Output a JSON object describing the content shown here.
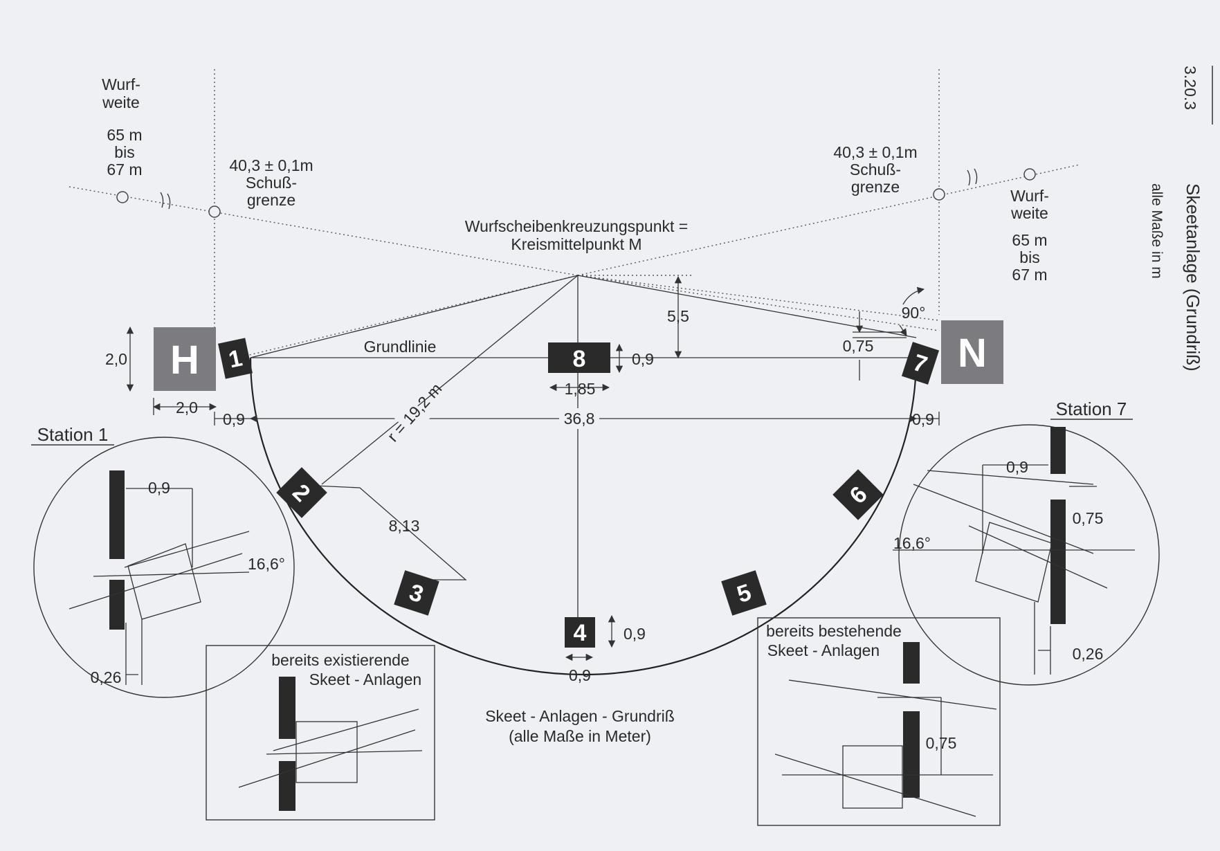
{
  "page": {
    "section_number": "3.20.3",
    "side_title": "Skeetanlage (Grundriß)",
    "side_subtitle": "alle Maße in m"
  },
  "labels": {
    "throw_left": [
      "Wurf-",
      "weite",
      "65 m",
      "bis",
      "67 m"
    ],
    "throw_right": [
      "Wurf-",
      "weite",
      "65 m",
      "bis",
      "67 m"
    ],
    "limit_left": [
      "40,3 ± 0,1m",
      "Schuß-",
      "grenze"
    ],
    "limit_right": [
      "40,3 ± 0,1m",
      "Schuß-",
      "grenze"
    ],
    "crossing": [
      "Wurfscheibenkreuzungspunkt  =",
      "Kreismittelpunkt  M"
    ],
    "baseline": "Grundlinie",
    "radius": "r  =  19,2  m",
    "width": "36,8",
    "caption": [
      "Skeet - Anlagen - Grundriß",
      "(alle Maße in Meter)"
    ]
  },
  "houses": {
    "high": "H",
    "low": "N"
  },
  "stations": [
    "1",
    "2",
    "3",
    "4",
    "5",
    "6",
    "7",
    "8"
  ],
  "dimensions": {
    "house_h": "2,0",
    "house_w": "2,0",
    "left_offset": "0,9",
    "right_offset": "0,9",
    "st8_depth": "0,9",
    "st8_width": "1,85",
    "mid_height": "5,5",
    "right_drop": "0,75",
    "right_angle": "90°",
    "chord": "8,13",
    "st4_depth": "0,9",
    "st4_width": "0,9"
  },
  "detail_station1": {
    "title": "Station 1",
    "d1": "0,9",
    "angle": "16,6°",
    "d2": "0,26"
  },
  "detail_station7": {
    "title": "Station 7",
    "d1": "0,9",
    "d2": "0,75",
    "angle": "16,6°",
    "d3": "0,26"
  },
  "box_left": {
    "lines": [
      "bereits existierende",
      "Skeet - Anlagen"
    ]
  },
  "box_right": {
    "lines": [
      "bereits bestehende",
      "Skeet - Anlagen"
    ],
    "dim": "0,75"
  },
  "colors": {
    "station_fill": "#2b2b2b",
    "house_fill": "#7b7b80",
    "paper": "#eef0f4"
  }
}
